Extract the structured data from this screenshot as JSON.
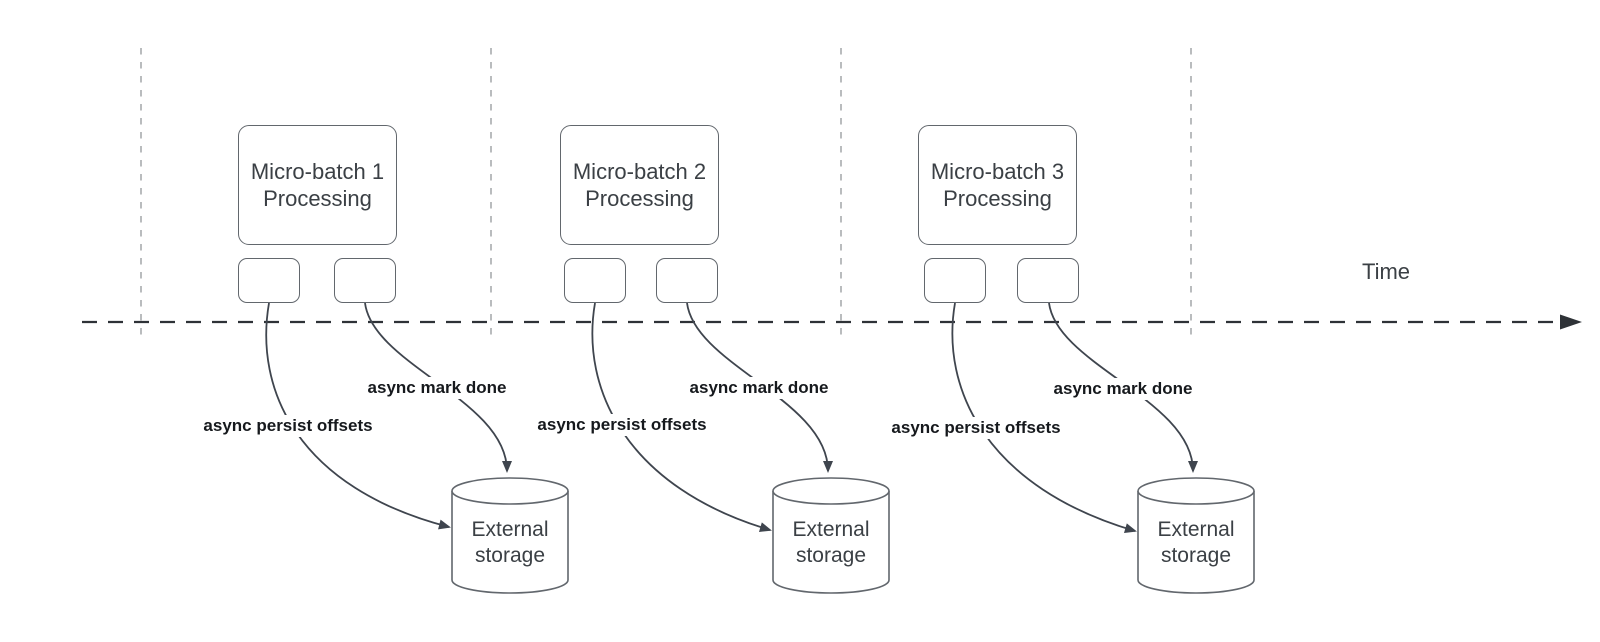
{
  "colors": {
    "background": "#ffffff",
    "shape_border": "#62676d",
    "shape_text": "#3b4045",
    "connector": "#3f454e",
    "bold_label_text": "#16191d",
    "timeline_axis": "#2e3237",
    "lane_divider": "#a8abae"
  },
  "timeline": {
    "label": "Time"
  },
  "sections": [
    {
      "id": 1,
      "process_box": {
        "lines": [
          "Micro-batch 1",
          "Processing"
        ]
      },
      "persist_arrow_label": "async persist offsets",
      "mark_arrow_label": "async mark done",
      "storage": {
        "lines": [
          "External",
          "storage"
        ]
      }
    },
    {
      "id": 2,
      "process_box": {
        "lines": [
          "Micro-batch 2",
          "Processing"
        ]
      },
      "persist_arrow_label": "async persist offsets",
      "mark_arrow_label": "async mark done",
      "storage": {
        "lines": [
          "External",
          "storage"
        ]
      }
    },
    {
      "id": 3,
      "process_box": {
        "lines": [
          "Micro-batch 3",
          "Processing"
        ]
      },
      "persist_arrow_label": "async persist offsets",
      "mark_arrow_label": "async mark done",
      "storage": {
        "lines": [
          "External",
          "storage"
        ]
      }
    }
  ]
}
